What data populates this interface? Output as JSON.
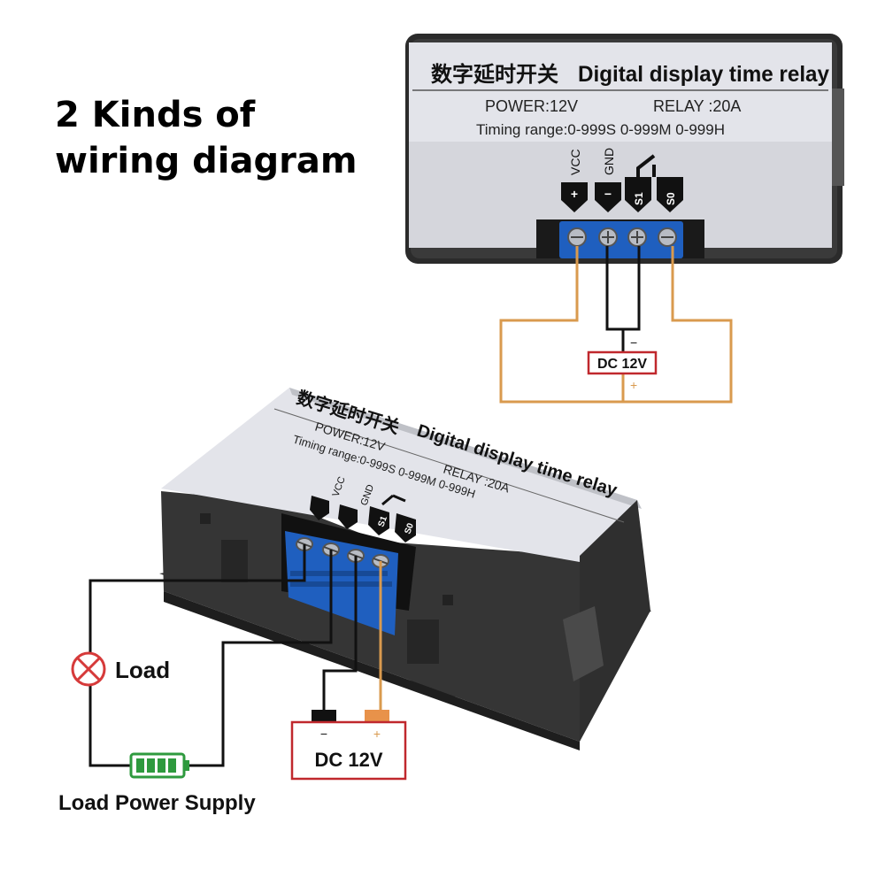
{
  "headline": {
    "line1": "2 Kinds of",
    "line2": "wiring diagram"
  },
  "top_module": {
    "title_cn": "数字延时开关",
    "title_en": "Digital display time relay",
    "power": "POWER:12V",
    "relay": "RELAY :20A",
    "timing": "Timing range:0-999S 0-999M 0-999H",
    "pins": [
      "VCC",
      "GND",
      "S1",
      "S0"
    ],
    "supply_label": "DC 12V",
    "minus": "−",
    "plus": "+"
  },
  "bottom_module": {
    "title_cn": "数字延时开关",
    "title_en": "Digital display time relay",
    "power": "POWER:12V",
    "relay": "RELAY :20A",
    "timing": "Timing range:0-999S 0-999M 0-999H",
    "pins": [
      "VCC",
      "GND",
      "S1",
      "S0"
    ],
    "supply_label": "DC 12V",
    "minus": "−",
    "plus": "+",
    "load_label": "Load",
    "load_supply_label": "Load Power Supply"
  },
  "colors": {
    "label_bg": "#e3e4ea",
    "housing": "#2b2b2b",
    "terminal": "#1f5fbf",
    "wire_black": "#111111",
    "wire_orange": "#d99a4e",
    "supply_border": "#c0282d",
    "load_icon": "#d63a3a",
    "battery": "#2e9a3e"
  }
}
